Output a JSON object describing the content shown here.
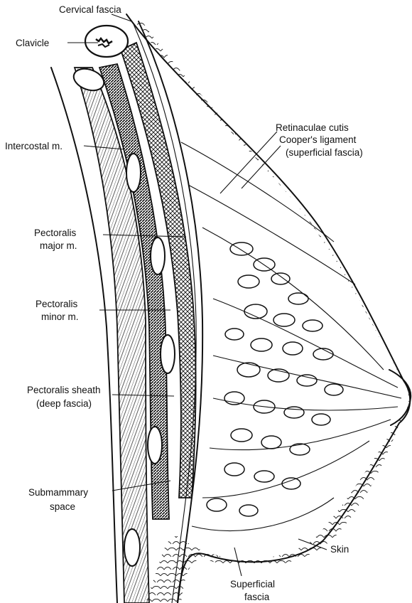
{
  "labels": {
    "cervical_fascia": "Cervical fascia",
    "clavicle": "Clavicle",
    "intercostal": "Intercostal m.",
    "pectoralis_major_1": "Pectoralis",
    "pectoralis_major_2": "major m.",
    "pectoralis_minor_1": "Pectoralis",
    "pectoralis_minor_2": "minor m.",
    "pectoralis_sheath_1": "Pectoralis sheath",
    "pectoralis_sheath_2": "(deep fascia)",
    "submammary_1": "Submammary",
    "submammary_2": "space",
    "retinaculae": "Retinaculae cutis",
    "coopers_1": "Cooper's ligament",
    "coopers_2": "(superficial fascia)",
    "skin": "Skin",
    "superficial_1": "Superficial",
    "superficial_2": "fascia"
  }
}
